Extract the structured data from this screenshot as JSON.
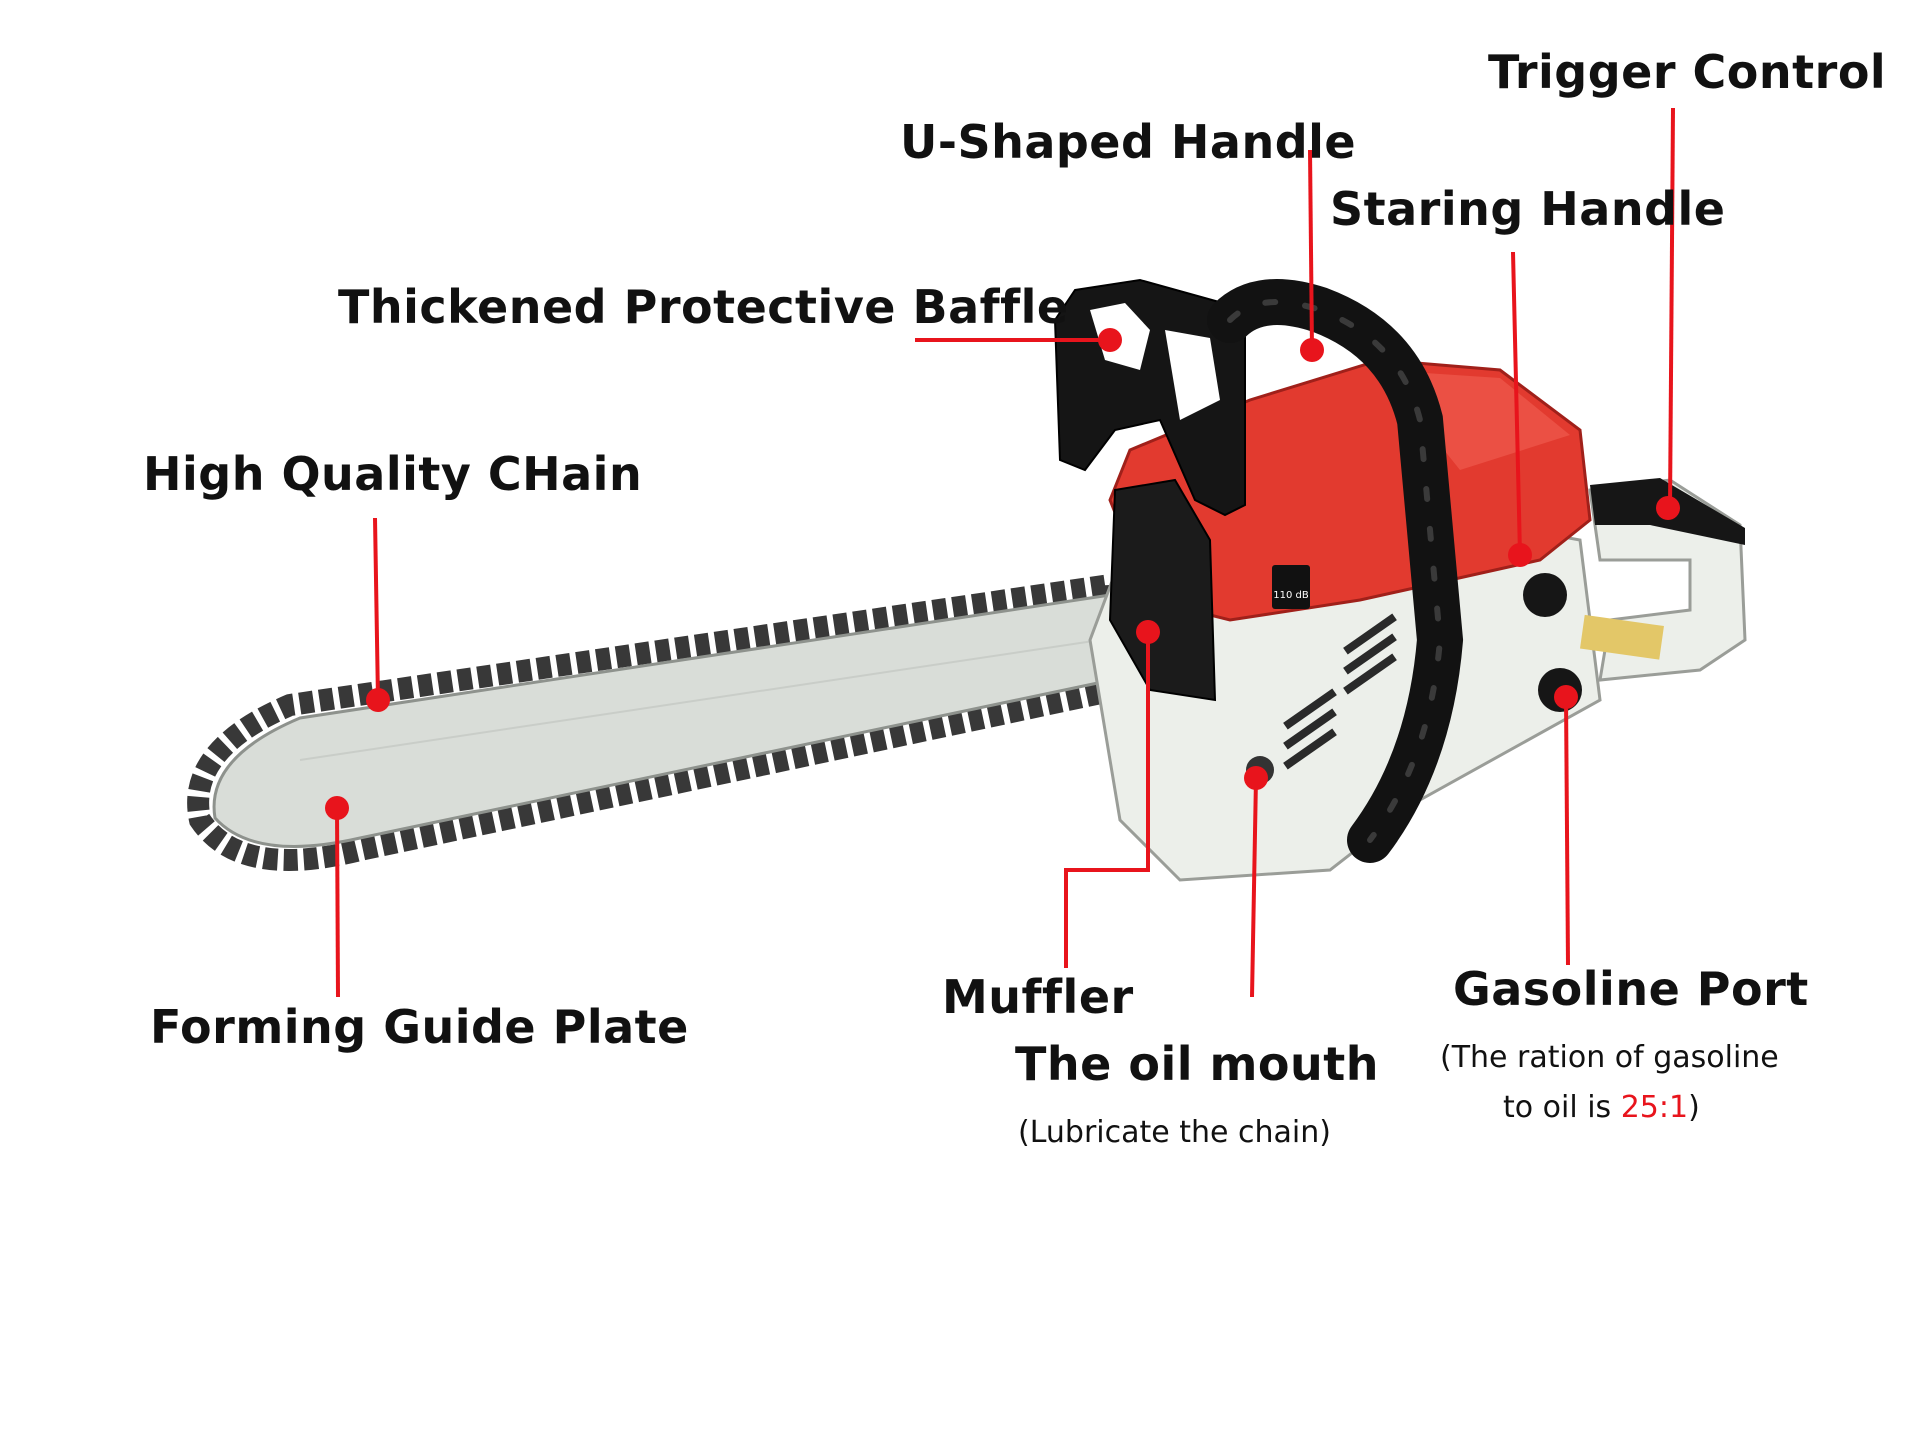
{
  "colors": {
    "callout": "#e8141c",
    "housing_red": "#e23a2f",
    "housing_white": "#eceeea",
    "handle_black": "#141414",
    "bar": "#d9ddd8",
    "chain": "#3c3c3c"
  },
  "labels": {
    "trigger_control": "Trigger Control",
    "u_shaped_handle": "U-Shaped Handle",
    "staring_handle": "Staring Handle",
    "thickened_protective_baffle": "Thickened Protective Baffle",
    "high_quality_chain": "High Quality CHain",
    "forming_guide_plate": "Forming Guide Plate",
    "muffler": "Muffler",
    "oil_mouth": "The oil mouth",
    "oil_mouth_note": "(Lubricate the chain)",
    "gasoline_port": "Gasoline Port",
    "gasoline_note_line1": "(The ration of gasoline",
    "gasoline_note_line2_prefix": "to oil is ",
    "gasoline_note_ratio": "25:1",
    "gasoline_note_line2_suffix": ")"
  },
  "product": {
    "noise_badge": "110 dB"
  }
}
